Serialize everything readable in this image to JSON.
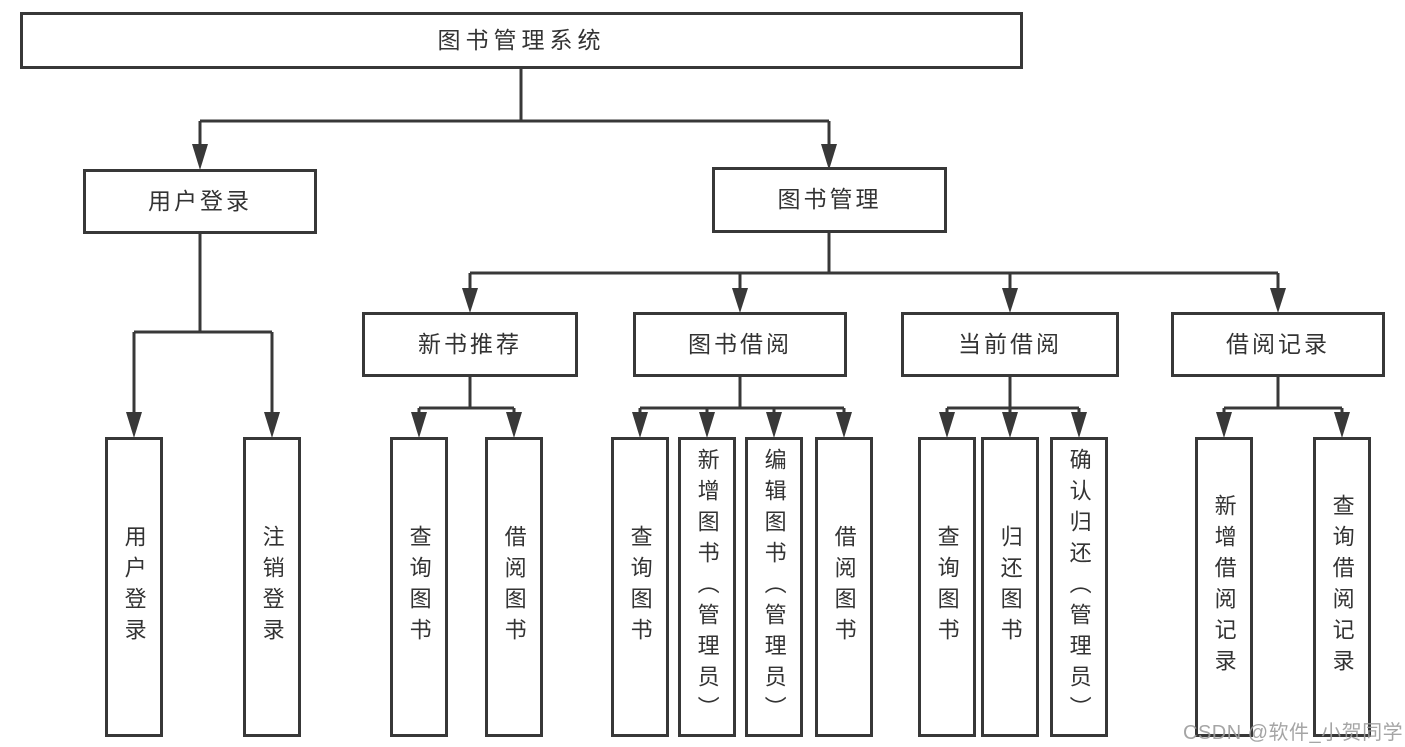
{
  "diagram": {
    "colors": {
      "line": "#383838",
      "text": "#333333",
      "box_background": "#ffffff",
      "page_background": "#ffffff",
      "watermark": "#9c9c9c"
    },
    "nodes": {
      "root": {
        "label": "图书管理系统"
      },
      "user_login": {
        "label": "用户登录"
      },
      "book_management": {
        "label": "图书管理"
      },
      "new_book_recommend": {
        "label": "新书推荐"
      },
      "book_borrow": {
        "label": "图书借阅"
      },
      "current_borrow": {
        "label": "当前借阅"
      },
      "borrow_records": {
        "label": "借阅记录"
      },
      "leaf_user_login": {
        "label": "用户登录"
      },
      "leaf_logout": {
        "label": "注销登录"
      },
      "leaf_nb_query_books": {
        "label": "查询图书"
      },
      "leaf_nb_borrow_books": {
        "label": "借阅图书"
      },
      "leaf_bb_query_books": {
        "label": "查询图书"
      },
      "leaf_bb_add_books": {
        "label": "新增图书（管理员）"
      },
      "leaf_bb_edit_books": {
        "label": "编辑图书（管理员）"
      },
      "leaf_bb_borrow_books": {
        "label": "借阅图书"
      },
      "leaf_cb_query_books": {
        "label": "查询图书"
      },
      "leaf_cb_return_books": {
        "label": "归还图书"
      },
      "leaf_cb_confirm_return": {
        "label": "确认归还（管理员）"
      },
      "leaf_br_add_record": {
        "label": "新增借阅记录"
      },
      "leaf_br_query_record": {
        "label": "查询借阅记录"
      }
    },
    "watermark": "CSDN @软件_小贺同学"
  }
}
